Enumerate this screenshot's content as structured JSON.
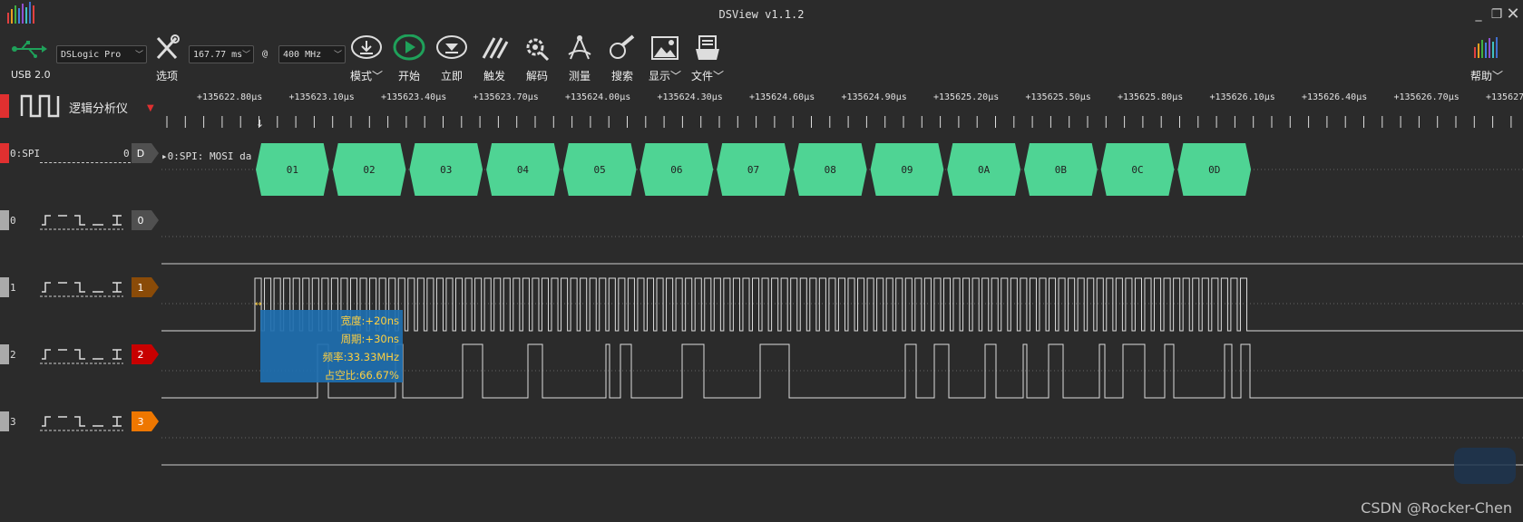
{
  "app": {
    "title": "DSView v1.1.2"
  },
  "window": {
    "minimize": "_",
    "restore": "❐",
    "close": "✕"
  },
  "device": {
    "usb_label": "USB 2.0",
    "name": "DSLogic Pro"
  },
  "capture": {
    "duration": "167.77 ms",
    "at": "@",
    "samplerate": "400 MHz"
  },
  "toolbar": {
    "options": "选项",
    "mode": "模式",
    "start": "开始",
    "instant": "立即",
    "trigger": "触发",
    "decode": "解码",
    "measure": "测量",
    "search": "搜索",
    "display": "显示",
    "file": "文件",
    "help": "帮助"
  },
  "panel": {
    "title": "逻辑分析仪"
  },
  "ruler": {
    "labels": [
      "+135622.80μs",
      "+135623.10μs",
      "+135623.40μs",
      "+135623.70μs",
      "+135624.00μs",
      "+135624.30μs",
      "+135624.60μs",
      "+135624.90μs",
      "+135625.20μs",
      "+135625.50μs",
      "+135625.80μs",
      "+135626.10μs",
      "+135626.40μs",
      "+135626.70μs",
      "+135627"
    ]
  },
  "channels": [
    {
      "name": "0:SPI",
      "value": "0",
      "tag": "D",
      "color": "#e03030",
      "tagcolor": "#505050"
    },
    {
      "name": "0",
      "tag": "0",
      "color": "#aaaaaa",
      "tagcolor": "#505050"
    },
    {
      "name": "1",
      "tag": "1",
      "color": "#aaaaaa",
      "tagcolor": "#8a4b08"
    },
    {
      "name": "2",
      "tag": "2",
      "color": "#aaaaaa",
      "tagcolor": "#c80000"
    },
    {
      "name": "3",
      "tag": "3",
      "color": "#aaaaaa",
      "tagcolor": "#ee7700"
    }
  ],
  "decoder": {
    "label": "0:SPI: MOSI da",
    "bytes": [
      "01",
      "02",
      "03",
      "04",
      "05",
      "06",
      "07",
      "08",
      "09",
      "0A",
      "0B",
      "0C",
      "0D"
    ],
    "color": "#4fd494"
  },
  "measure_tip": {
    "width": "宽度:+20ns",
    "period": "周期:+30ns",
    "freq": "频率:33.33MHz",
    "duty": "占空比:66.67%"
  },
  "watermark": "CSDN @Rocker-Chen",
  "colors": {
    "accent_green": "#1fa15a",
    "tooltip_bg": "#1e6fb0",
    "tooltip_text": "#ffd040"
  }
}
